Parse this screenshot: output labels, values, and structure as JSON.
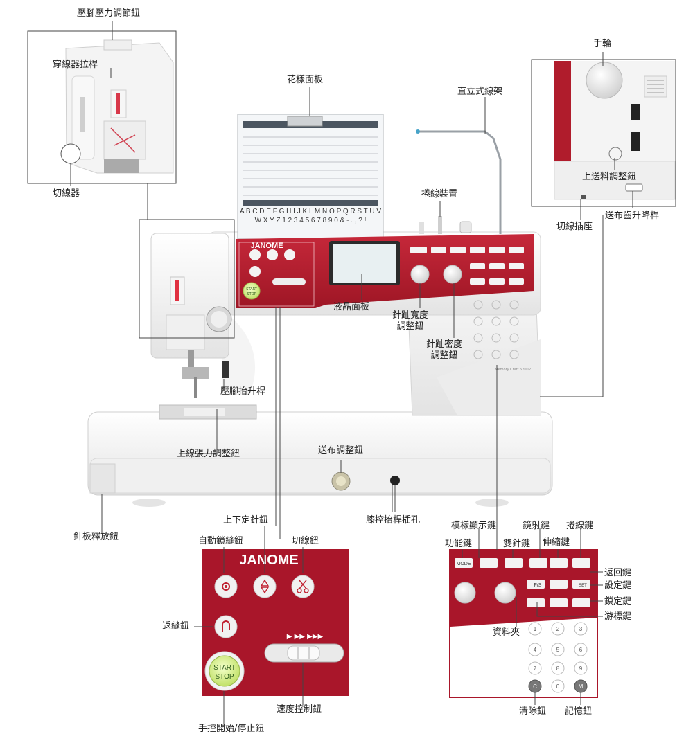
{
  "brand": "JANOME",
  "model_text": "Memory Craft 6700P",
  "pattern_panel": {
    "rows_text": [
      "A B C D E F G H I J K L M N O P Q R S T U V",
      "W X Y Z 1 2 3 4 5 6 7 8 9 0 & - . , ? !"
    ]
  },
  "panel_buttons": {
    "start_stop_line1": "START",
    "start_stop_line2": "STOP",
    "speed_arrows": "▶ ▶▶ ▶▶▶",
    "mode_key": "MODE",
    "set_key": "SET",
    "fs_key": "F/S",
    "keypad": [
      "1",
      "2",
      "3",
      "4",
      "5",
      "6",
      "7",
      "8",
      "9",
      "C",
      "0",
      "M"
    ]
  },
  "labels": {
    "presser_pressure_dial": "壓腳壓力調節鈕",
    "threader_lever": "穿線器拉桿",
    "thread_cutter": "切線器",
    "pattern_board": "花樣面板",
    "vertical_spool_pin": "直立式線架",
    "handwheel": "手輪",
    "feed_balance_dial": "上送料調整鈕",
    "bobbin_winder": "捲線裝置",
    "cutter_socket": "切線插座",
    "feed_dog_lever": "送布齒升降桿",
    "lcd_panel": "液晶面板",
    "stitch_width_dial": "針趾寬度\n調整鈕",
    "stitch_length_dial": "針趾密度\n調整鈕",
    "presser_lifter": "壓腳抬升桿",
    "thread_tension_dial": "上線張力調整鈕",
    "feed_adjust_dial": "送布調整鈕",
    "needle_plate_release": "針板釋放鈕",
    "needle_up_down": "上下定針鈕",
    "knee_lifter_socket": "膝控抬桿插孔",
    "auto_lock": "自動鎖縫鈕",
    "thread_cut_btn": "切線鈕",
    "reverse_btn": "返縫鈕",
    "speed_control": "速度控制鈕",
    "start_stop_btn": "手控開始/停止鈕",
    "pattern_display_key": "模樣顯示鍵",
    "mirror_key": "鏡射鍵",
    "bobbin_wind_key": "捲線鍵",
    "function_key": "功能鍵",
    "twin_needle_key": "雙針鍵",
    "elongation_key": "伸縮鍵",
    "return_key": "返回鍵",
    "set_key": "設定鍵",
    "lock_key": "鎖定鍵",
    "cursor_key": "游標鍵",
    "data_folder": "資料夾",
    "clear_btn": "清除鈕",
    "memory_btn": "記憶鈕"
  }
}
